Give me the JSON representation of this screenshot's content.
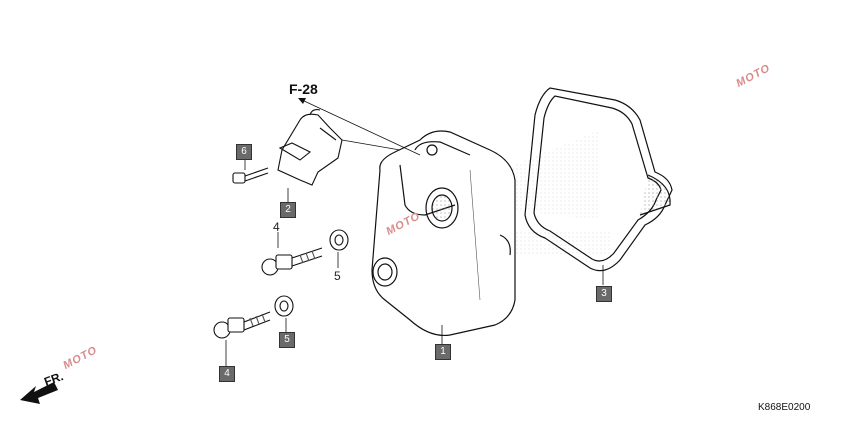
{
  "diagram": {
    "callout": "F-28",
    "direction_label": "FR.",
    "drawing_code": "K868E0200",
    "colors": {
      "line": "#111111",
      "ref_box": "#6a6a6a",
      "watermark": "#d98a8a",
      "hatch": "#bdbdbd"
    },
    "watermarks": [
      "MOTO",
      "MOTO",
      "MOTO"
    ],
    "refs": [
      {
        "id": "r1",
        "label": "1",
        "boxed": true
      },
      {
        "id": "r2",
        "label": "2",
        "boxed": true
      },
      {
        "id": "r3",
        "label": "3",
        "boxed": true
      },
      {
        "id": "r4a",
        "label": "4",
        "boxed": false
      },
      {
        "id": "r4b",
        "label": "4",
        "boxed": true
      },
      {
        "id": "r5a",
        "label": "5",
        "boxed": false
      },
      {
        "id": "r5b",
        "label": "5",
        "boxed": true
      },
      {
        "id": "r6",
        "label": "6",
        "boxed": true
      }
    ]
  }
}
